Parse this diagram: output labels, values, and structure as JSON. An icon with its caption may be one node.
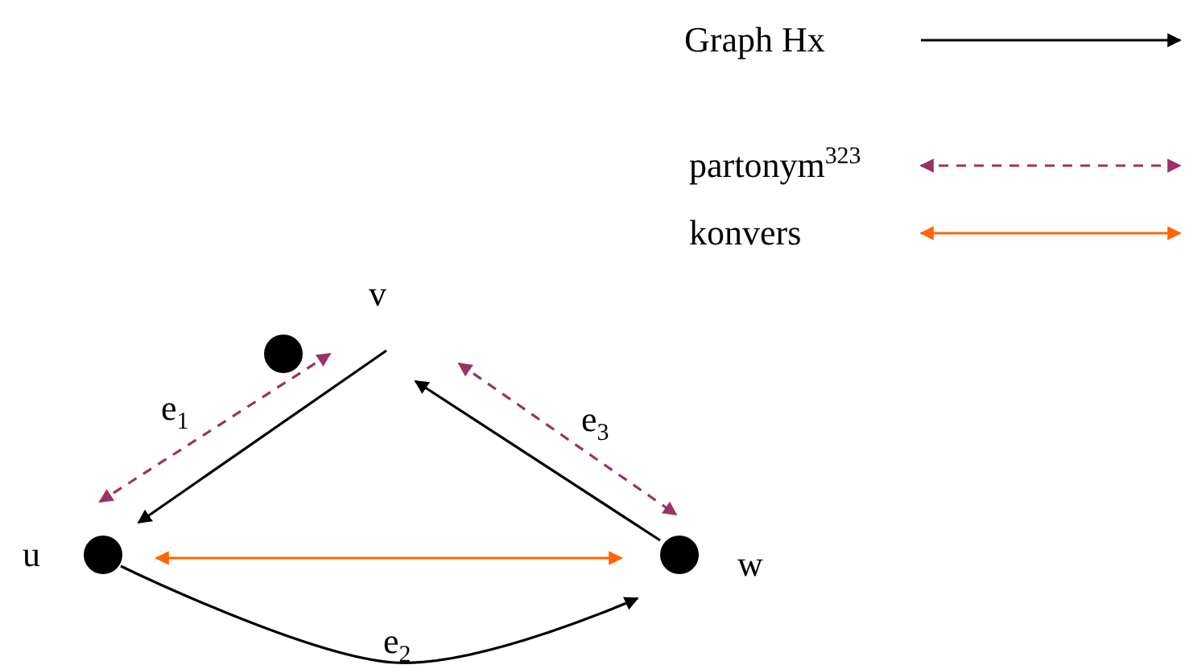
{
  "diagram": {
    "nodes": [
      {
        "text": [
          "v"
        ]
      },
      {
        "text": [],
        "shape": "circle"
      },
      {
        "text": [],
        "shape": "circle",
        "beside": [
          "u"
        ]
      },
      {
        "text": [],
        "shape": "circle",
        "beside": [
          "w"
        ]
      }
    ],
    "edges": [
      {
        "from": 0,
        "to": 2,
        "arrow": "to"
      },
      {
        "from": 3,
        "to": 0,
        "arrow": "to"
      },
      {
        "from": 1,
        "to": 2,
        "arrow": "both",
        "label": "e$_{1}$",
        "style": "dashed",
        "color": "#993366"
      },
      {
        "from": 0,
        "to": 3,
        "arrow": "both",
        "label": "e$_{3}$",
        "style": "dashed",
        "color": "#993366"
      },
      {
        "from": 2,
        "to": 3,
        "arrow": "to",
        "label": "e$_{2}$"
      },
      {
        "from": 2,
        "to": 3,
        "arrow": "both",
        "color": "#ff6600"
      }
    ],
    "legend": [
      {
        "text": "Graph Hx"
      },
      {
        "text": "partonym$^{323}$"
      },
      {
        "text": "konvers"
      }
    ]
  }
}
